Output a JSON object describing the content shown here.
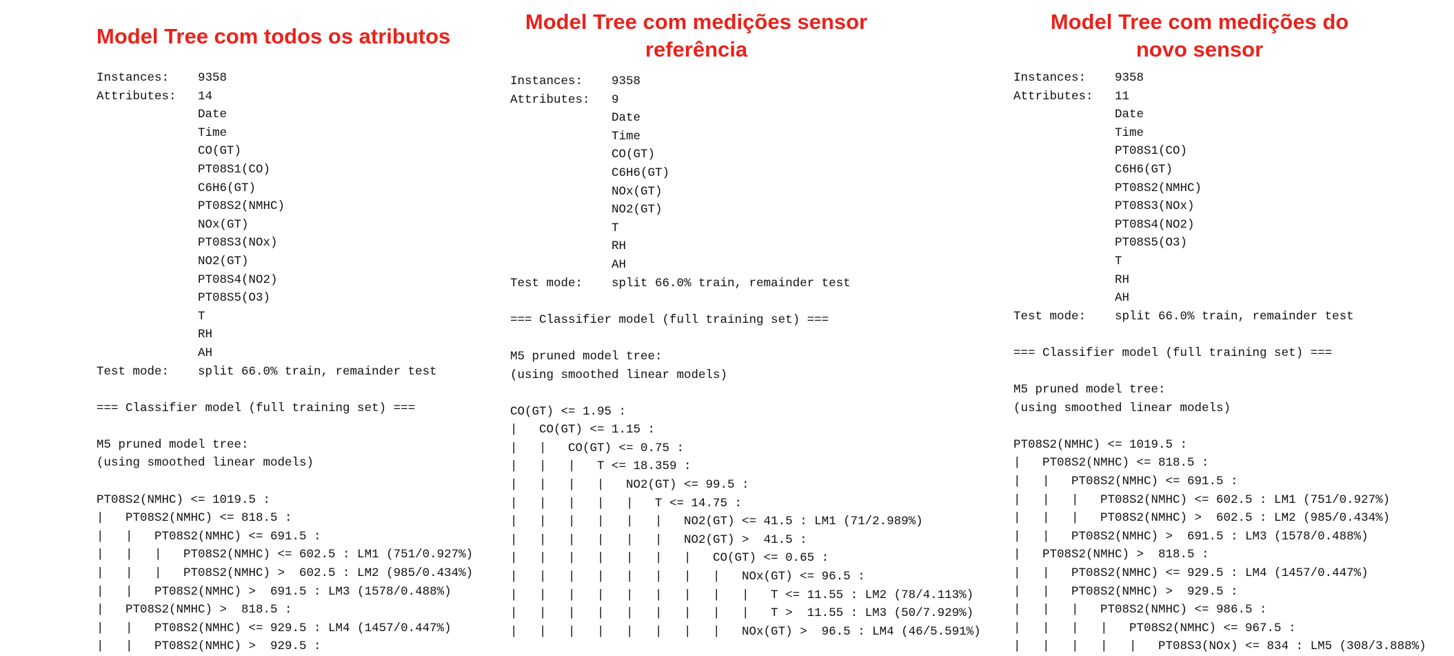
{
  "colors": {
    "title": "#e8231c",
    "text": "#111111",
    "background": "#ffffff"
  },
  "panels": [
    {
      "title": "Model Tree com todos os atributos",
      "lines": [
        "Instances:    9358",
        "Attributes:   14",
        "              Date",
        "              Time",
        "              CO(GT)",
        "              PT08S1(CO)",
        "              C6H6(GT)",
        "              PT08S2(NMHC)",
        "              NOx(GT)",
        "              PT08S3(NOx)",
        "              NO2(GT)",
        "              PT08S4(NO2)",
        "              PT08S5(O3)",
        "              T",
        "              RH",
        "              AH",
        "Test mode:    split 66.0% train, remainder test",
        "",
        "=== Classifier model (full training set) ===",
        "",
        "M5 pruned model tree:",
        "(using smoothed linear models)",
        "",
        "PT08S2(NMHC) <= 1019.5 :",
        "|   PT08S2(NMHC) <= 818.5 :",
        "|   |   PT08S2(NMHC) <= 691.5 :",
        "|   |   |   PT08S2(NMHC) <= 602.5 : LM1 (751/0.927%)",
        "|   |   |   PT08S2(NMHC) >  602.5 : LM2 (985/0.434%)",
        "|   |   PT08S2(NMHC) >  691.5 : LM3 (1578/0.488%)",
        "|   PT08S2(NMHC) >  818.5 :",
        "|   |   PT08S2(NMHC) <= 929.5 : LM4 (1457/0.447%)",
        "|   |   PT08S2(NMHC) >  929.5 :"
      ]
    },
    {
      "title": "Model Tree com medições sensor referência",
      "lines": [
        "Instances:    9358",
        "Attributes:   9",
        "              Date",
        "              Time",
        "              CO(GT)",
        "              C6H6(GT)",
        "              NOx(GT)",
        "              NO2(GT)",
        "              T",
        "              RH",
        "              AH",
        "Test mode:    split 66.0% train, remainder test",
        "",
        "=== Classifier model (full training set) ===",
        "",
        "M5 pruned model tree:",
        "(using smoothed linear models)",
        "",
        "CO(GT) <= 1.95 :",
        "|   CO(GT) <= 1.15 :",
        "|   |   CO(GT) <= 0.75 :",
        "|   |   |   T <= 18.359 :",
        "|   |   |   |   NO2(GT) <= 99.5 :",
        "|   |   |   |   |   T <= 14.75 :",
        "|   |   |   |   |   |   NO2(GT) <= 41.5 : LM1 (71/2.989%)",
        "|   |   |   |   |   |   NO2(GT) >  41.5 :",
        "|   |   |   |   |   |   |   CO(GT) <= 0.65 :",
        "|   |   |   |   |   |   |   |   NOx(GT) <= 96.5 :",
        "|   |   |   |   |   |   |   |   |   T <= 11.55 : LM2 (78/4.113%)",
        "|   |   |   |   |   |   |   |   |   T >  11.55 : LM3 (50/7.929%)",
        "|   |   |   |   |   |   |   |   NOx(GT) >  96.5 : LM4 (46/5.591%)"
      ]
    },
    {
      "title": "Model Tree com medições  do novo sensor",
      "lines": [
        "Instances:    9358",
        "Attributes:   11",
        "              Date",
        "              Time",
        "              PT08S1(CO)",
        "              C6H6(GT)",
        "              PT08S2(NMHC)",
        "              PT08S3(NOx)",
        "              PT08S4(NO2)",
        "              PT08S5(O3)",
        "              T",
        "              RH",
        "              AH",
        "Test mode:    split 66.0% train, remainder test",
        "",
        "=== Classifier model (full training set) ===",
        "",
        "M5 pruned model tree:",
        "(using smoothed linear models)",
        "",
        "PT08S2(NMHC) <= 1019.5 :",
        "|   PT08S2(NMHC) <= 818.5 :",
        "|   |   PT08S2(NMHC) <= 691.5 :",
        "|   |   |   PT08S2(NMHC) <= 602.5 : LM1 (751/0.927%)",
        "|   |   |   PT08S2(NMHC) >  602.5 : LM2 (985/0.434%)",
        "|   |   PT08S2(NMHC) >  691.5 : LM3 (1578/0.488%)",
        "|   PT08S2(NMHC) >  818.5 :",
        "|   |   PT08S2(NMHC) <= 929.5 : LM4 (1457/0.447%)",
        "|   |   PT08S2(NMHC) >  929.5 :",
        "|   |   |   PT08S2(NMHC) <= 986.5 :",
        "|   |   |   |   PT08S2(NMHC) <= 967.5 :",
        "|   |   |   |   |   PT08S3(NOx) <= 834 : LM5 (308/3.888%)"
      ]
    }
  ]
}
